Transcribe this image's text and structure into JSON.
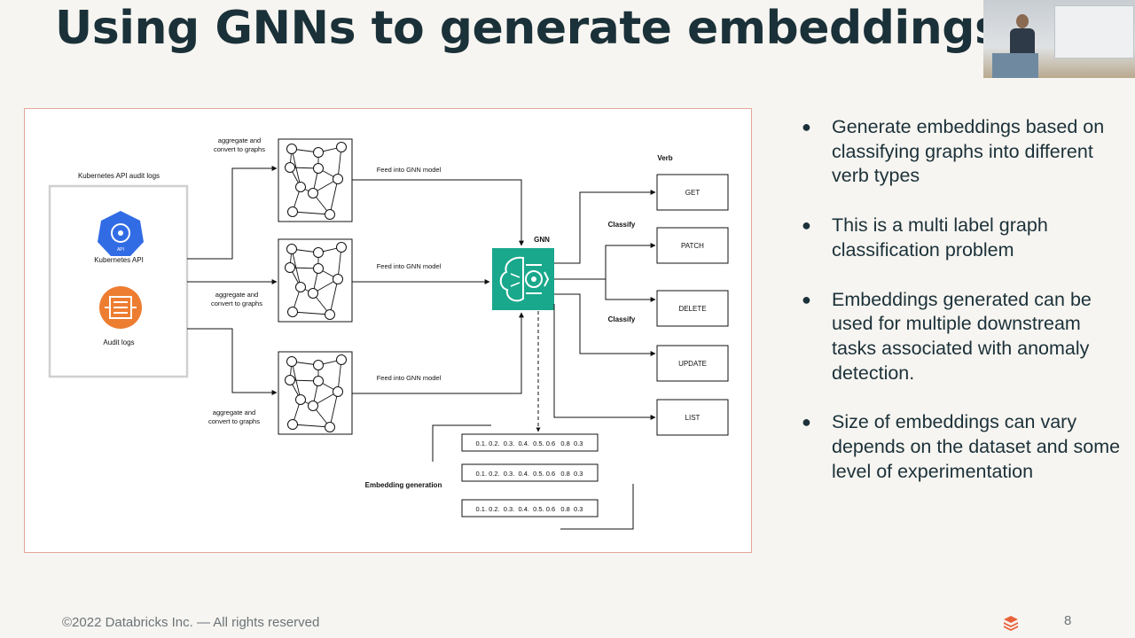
{
  "slide": {
    "title": "Using GNNs to generate embeddings",
    "footer": "©2022 Databricks Inc. — All rights reserved",
    "page_number": "8"
  },
  "bullets": [
    "Generate embeddings based on classifying graphs into different verb types",
    "This is a multi label graph classification problem",
    "Embeddings generated can be used for multiple downstream tasks associated with anomaly detection.",
    "Size of embeddings can vary depends on the dataset and some level of experimentation"
  ],
  "diagram": {
    "source_box_title": "Kubernetes API audit logs",
    "kubernetes_label": "Kubernetes API",
    "kubernetes_icon_text": "API",
    "audit_label": "Audit logs",
    "aggregate_line1": "aggregate and",
    "aggregate_line2": "convert to graphs",
    "feed_label": "Feed into GNN model",
    "gnn_label": "GNN",
    "verb_label": "Verb",
    "classify_label": "Classify",
    "verbs": [
      "GET",
      "PATCH",
      "DELETE",
      "UPDATE",
      "LIST"
    ],
    "embedding_label": "Embedding generation",
    "embedding_vectors": [
      "0.1. 0.2.  0.3.  0.4.  0.5. 0.6   0.8  0.3",
      "0.1. 0.2.  0.3.  0.4.  0.5. 0.6   0.8  0.3",
      "0.1. 0.2.  0.3.  0.4.  0.5. 0.6   0.8  0.3"
    ]
  },
  "colors": {
    "title": "#1b3139",
    "frame_border": "#e3a79a",
    "gnn_teal": "#1aa88c",
    "kubernetes_blue": "#326ce5",
    "audit_orange": "#ed7d31"
  }
}
